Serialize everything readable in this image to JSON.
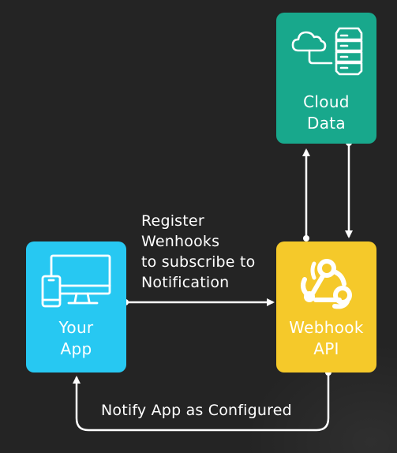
{
  "nodes": {
    "cloud_data": {
      "lines": [
        "Cloud",
        "Data"
      ],
      "icon": "cloud-database-icon",
      "color": "#18a88c"
    },
    "your_app": {
      "lines": [
        "Your",
        "App"
      ],
      "icon": "desktop-mobile-icon",
      "color": "#27c8f2"
    },
    "webhook_api": {
      "lines": [
        "Webhook",
        "API"
      ],
      "icon": "webhook-icon",
      "color": "#f5c92a"
    }
  },
  "edges": {
    "register": {
      "lines": [
        "Register",
        "Wenhooks",
        "to subscribe to",
        "Notification"
      ]
    },
    "notify": {
      "label": "Notify App as Configured"
    }
  }
}
